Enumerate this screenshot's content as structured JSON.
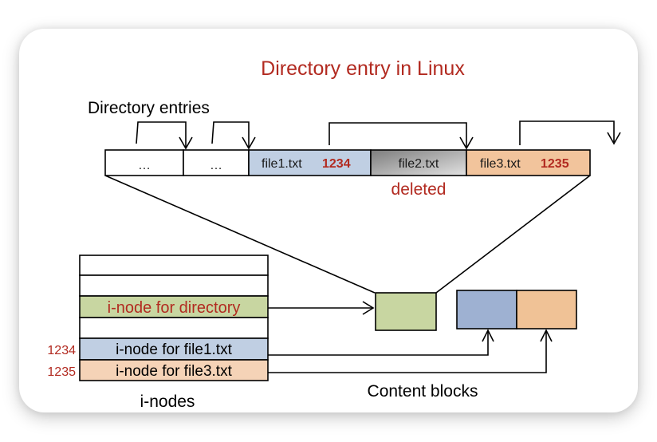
{
  "title": "Directory entry in Linux",
  "directory_entries_label": "Directory entries",
  "entries": [
    {
      "name": "…",
      "inode": "",
      "fill": "#ffffff"
    },
    {
      "name": "…",
      "inode": "",
      "fill": "#ffffff"
    },
    {
      "name": "file1.txt",
      "inode": "1234",
      "fill": "#c0cfe3"
    },
    {
      "name": "file2.txt",
      "inode": "",
      "fill": "gradient-gray",
      "status": "deleted"
    },
    {
      "name": "file3.txt",
      "inode": "1235",
      "fill": "#f2c49c"
    }
  ],
  "deleted_label": "deleted",
  "inodes": {
    "label": "i-nodes",
    "rows": [
      {
        "text": "",
        "number": "",
        "fill": "#ffffff"
      },
      {
        "text": "",
        "number": "",
        "fill": "#ffffff"
      },
      {
        "text": "i-node for directory",
        "number": "",
        "fill": "#c8d6a1"
      },
      {
        "text": "",
        "number": "",
        "fill": "#ffffff"
      },
      {
        "text": "i-node for file1.txt",
        "number": "1234",
        "fill": "#c0cfe3"
      },
      {
        "text": "i-node for file3.txt",
        "number": "1235",
        "fill": "#f5d3b7"
      }
    ]
  },
  "content_blocks": {
    "label": "Content blocks",
    "directory_block_color": "#c8d6a1",
    "file1_block_color": "#9eb1d2",
    "file3_block_color": "#f0c296"
  },
  "colors": {
    "accent_red": "#b22a20"
  }
}
